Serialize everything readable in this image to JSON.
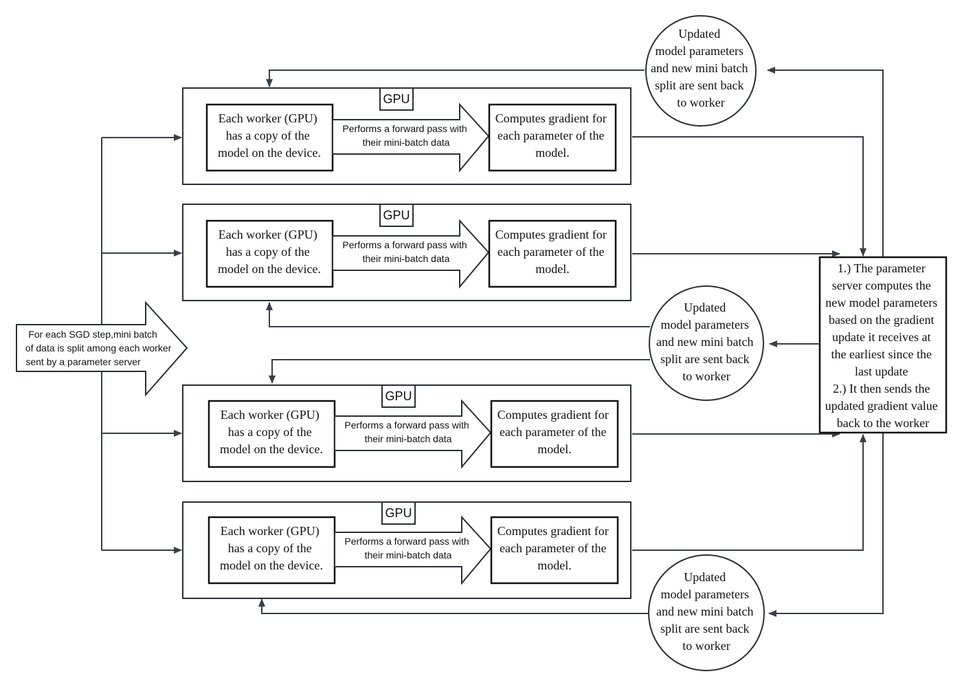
{
  "input_arrow": {
    "lines": [
      "For each SGD step,mini batch",
      "of data is split among each worker",
      "sent by a parameter server"
    ]
  },
  "workers": [
    {
      "gpu_label": "GPU",
      "left_lines": [
        "Each worker (GPU)",
        "has a copy of the",
        "model on the device."
      ],
      "arrow_lines": [
        "Performs a forward pass with",
        "their mini-batch data"
      ],
      "right_lines": [
        "Computes gradient for",
        "each parameter of the",
        "model."
      ]
    },
    {
      "gpu_label": "GPU",
      "left_lines": [
        "Each worker (GPU)",
        "has a copy of the",
        "model on the device."
      ],
      "arrow_lines": [
        "Performs a forward pass with",
        "their mini-batch data"
      ],
      "right_lines": [
        "Computes gradient for",
        "each parameter of the",
        "model."
      ]
    },
    {
      "gpu_label": "GPU",
      "left_lines": [
        "Each worker (GPU)",
        "has a copy of the",
        "model on the device."
      ],
      "arrow_lines": [
        "Performs a forward pass with",
        "their mini-batch data"
      ],
      "right_lines": [
        "Computes gradient for",
        "each parameter of the",
        "model."
      ]
    },
    {
      "gpu_label": "GPU",
      "left_lines": [
        "Each worker (GPU)",
        "has a copy of the",
        "model on the device."
      ],
      "arrow_lines": [
        "Performs a forward pass with",
        "their mini-batch data"
      ],
      "right_lines": [
        "Computes gradient for",
        "each parameter of the",
        "model."
      ]
    }
  ],
  "update_circles": [
    {
      "lines": [
        "Updated",
        "model parameters",
        "and new mini batch",
        "split are sent back",
        "to worker"
      ]
    },
    {
      "lines": [
        "Updated",
        "model parameters",
        "and new mini batch",
        "split are sent back",
        "to worker"
      ]
    },
    {
      "lines": [
        "Updated",
        "model parameters",
        "and new mini batch",
        "split are sent back",
        "to worker"
      ]
    }
  ],
  "parameter_server": {
    "lines": [
      "1.) The parameter",
      "server computes the",
      "new model parameters",
      "based on the gradient",
      "update it receives at",
      "the earliest since the",
      "last update",
      "2.) It then sends the",
      "updated gradient value",
      "back to the worker"
    ]
  }
}
